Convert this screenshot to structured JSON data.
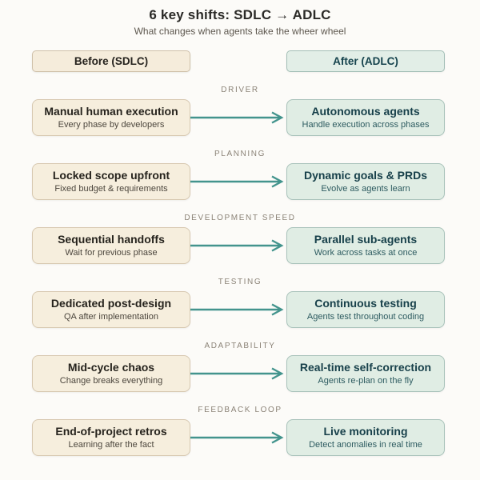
{
  "page": {
    "title": "6 key shifts: SDLC → ADLC",
    "subtitle": "What changes when agents take the wheer wheel"
  },
  "columns": {
    "before_label": "Before (SDLC)",
    "after_label": "After (ADLC)"
  },
  "colors": {
    "background": "#fcfbf8",
    "before_fill": "#f6eedd",
    "before_border": "#d7c8b0",
    "after_fill": "#e0ede4",
    "after_border": "#a8c2ba",
    "arrow_teal": "#43948d",
    "category_gray": "#8b8377"
  },
  "rows": [
    {
      "category": "DRIVER",
      "before": {
        "title": "Manual human execution",
        "subtitle": "Every phase by developers"
      },
      "after": {
        "title": "Autonomous agents",
        "subtitle": "Handle execution across phases"
      }
    },
    {
      "category": "PLANNING",
      "before": {
        "title": "Locked scope upfront",
        "subtitle": "Fixed budget & requirements"
      },
      "after": {
        "title": "Dynamic goals & PRDs",
        "subtitle": "Evolve as agents learn"
      }
    },
    {
      "category": "DEVELOPMENT SPEED",
      "before": {
        "title": "Sequential handoffs",
        "subtitle": "Wait for previous phase"
      },
      "after": {
        "title": "Parallel sub-agents",
        "subtitle": "Work across tasks at once"
      }
    },
    {
      "category": "TESTING",
      "before": {
        "title": "Dedicated post-design",
        "subtitle": "QA after implementation"
      },
      "after": {
        "title": "Continuous testing",
        "subtitle": "Agents test throughout coding"
      }
    },
    {
      "category": "ADAPTABILITY",
      "before": {
        "title": "Mid-cycle chaos",
        "subtitle": "Change breaks everything"
      },
      "after": {
        "title": "Real-time self-correction",
        "subtitle": "Agents re-plan on the fly"
      }
    },
    {
      "category": "FEEDBACK LOOP",
      "before": {
        "title": "End-of-project retros",
        "subtitle": "Learning after the fact"
      },
      "after": {
        "title": "Live monitoring",
        "subtitle": "Detect anomalies in real time"
      }
    }
  ]
}
